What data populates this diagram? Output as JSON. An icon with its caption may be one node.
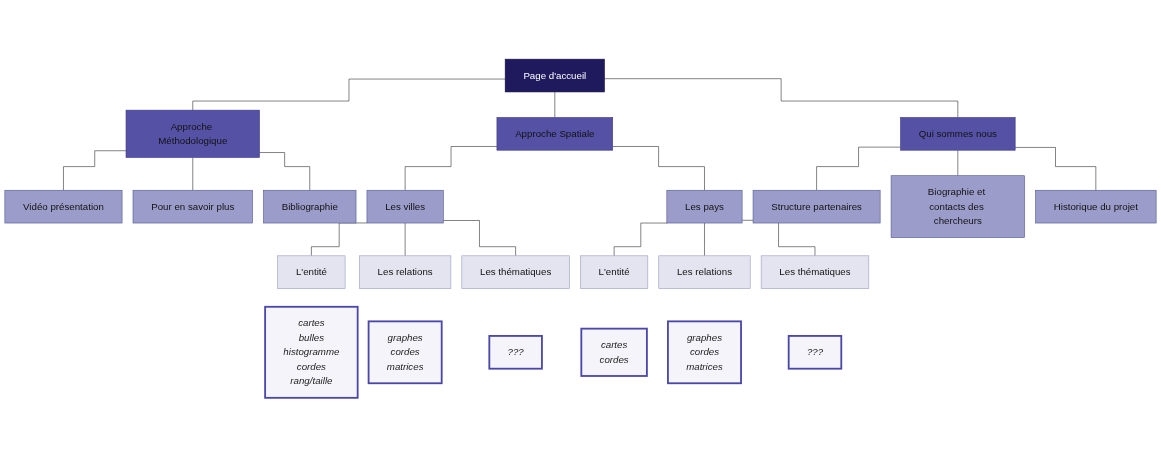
{
  "diagram": {
    "nodes": [
      {
        "text": [
          "Page d'accueil"
        ]
      },
      {
        "text": [
          "Approche Méthodologique"
        ]
      },
      {
        "text": [
          "Vidéo présentation"
        ]
      },
      {
        "text": [
          "Pour en savoir plus"
        ]
      },
      {
        "text": [
          "Bibliographie"
        ]
      },
      {
        "text": [
          "Approche Spatiale"
        ]
      },
      {
        "text": [
          "Les villes"
        ]
      },
      {
        "text": [
          "Les pays"
        ]
      },
      {
        "text": [
          "L'entité"
        ]
      },
      {
        "text": [
          "Les relations"
        ]
      },
      {
        "text": [
          "Les thématiques"
        ]
      },
      {
        "text": [
          "cartes",
          "bulles",
          "histogramme",
          "cordes",
          "rang/taille"
        ]
      },
      {
        "text": [
          "graphes",
          "cordes",
          "matrices"
        ]
      },
      {
        "text": [
          "???"
        ]
      },
      {
        "text": [
          "L'entité"
        ]
      },
      {
        "text": [
          "Les relations"
        ]
      },
      {
        "text": [
          "Les thématiques"
        ]
      },
      {
        "text": [
          "cartes",
          "cordes"
        ]
      },
      {
        "text": [
          "graphes",
          "cordes",
          "matrices"
        ]
      },
      {
        "text": [
          "???"
        ]
      },
      {
        "text": [
          "Qui sommes nous"
        ]
      },
      {
        "text": [
          "Structure partenaires"
        ]
      },
      {
        "text": [
          "Biographie et contacts des chercheurs"
        ]
      },
      {
        "text": [
          "Historique du projet"
        ]
      }
    ],
    "edges": [
      {
        "from": 0,
        "to": 1,
        "arrow": "none"
      },
      {
        "from": 0,
        "to": 5,
        "arrow": "none"
      },
      {
        "from": 0,
        "to": 20,
        "arrow": "none"
      },
      {
        "from": 1,
        "to": 2,
        "arrow": "none"
      },
      {
        "from": 1,
        "to": 3,
        "arrow": "none"
      },
      {
        "from": 1,
        "to": 4,
        "arrow": "none"
      },
      {
        "from": 5,
        "to": 6,
        "arrow": "none"
      },
      {
        "from": 5,
        "to": 7,
        "arrow": "none"
      },
      {
        "from": 6,
        "to": 8,
        "arrow": "none"
      },
      {
        "from": 6,
        "to": 9,
        "arrow": "none"
      },
      {
        "from": 6,
        "to": 10,
        "arrow": "none"
      },
      {
        "from": 7,
        "to": 14,
        "arrow": "none"
      },
      {
        "from": 7,
        "to": 15,
        "arrow": "none"
      },
      {
        "from": 7,
        "to": 16,
        "arrow": "none"
      },
      {
        "from": 20,
        "to": 21,
        "arrow": "none"
      },
      {
        "from": 20,
        "to": 22,
        "arrow": "none"
      },
      {
        "from": 20,
        "to": 23,
        "arrow": "none"
      }
    ]
  }
}
